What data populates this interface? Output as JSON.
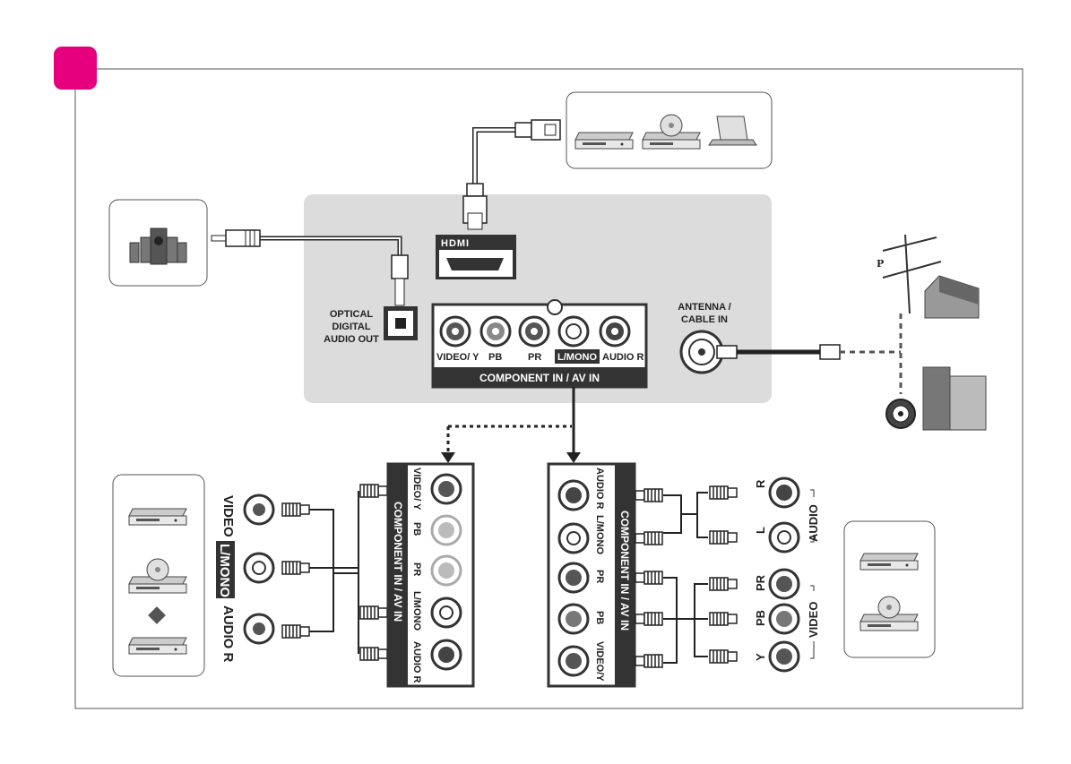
{
  "hdmi": {
    "logo": "HDMI"
  },
  "optical": {
    "line1": "OPTICAL",
    "line2": "DIGITAL",
    "line3": "AUDIO OUT"
  },
  "antenna": {
    "line1": "ANTENNA /",
    "line2": "CABLE IN"
  },
  "component_panel": {
    "label": "COMPONENT IN / AV IN",
    "jacks": [
      "VIDEO/ Y",
      "PB",
      "PR",
      "L/MONO",
      "AUDIO R"
    ]
  },
  "left_side": {
    "device_labels": [
      "VIDEO",
      "L/MONO",
      "AUDIO R"
    ],
    "panel_strip_label": "COMPONENT IN / AV IN",
    "panel_jacks": [
      "VIDEO/ Y",
      "PB",
      "PR",
      "L/MONO",
      "AUDIO R"
    ]
  },
  "right_side": {
    "panel_strip_label": "COMPONENT IN / AV IN",
    "panel_jacks": [
      "AUDIO R",
      "L/MONO",
      "PR",
      "PB",
      "VIDEO/Y"
    ],
    "device_audio": [
      "R",
      "L"
    ],
    "device_audio_label": "AUDIO",
    "device_video": [
      "PR",
      "PB",
      "Y"
    ],
    "device_video_label": "VIDEO"
  },
  "colors": {
    "marker": "#e6007e",
    "panel": "#dcdcdc",
    "dark": "#333333"
  }
}
